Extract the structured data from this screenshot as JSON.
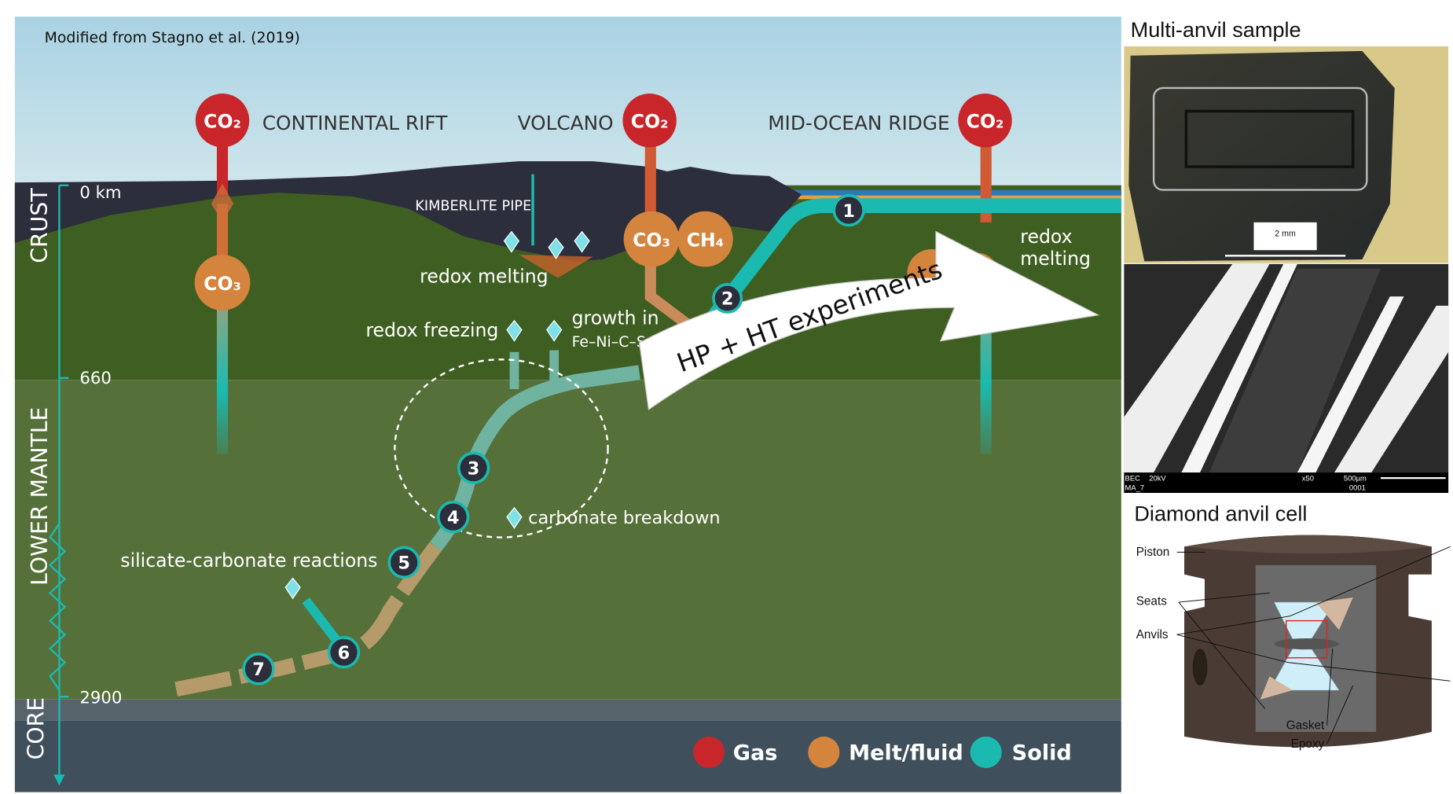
{
  "credit": "Modified from Stagno et al.  (2019)",
  "settings": {
    "rift": "CONTINENTAL RIFT",
    "volcano": "VOLCANO",
    "ridge": "MID-OCEAN RIDGE",
    "kimberlite": "KIMBERLITE PIPE"
  },
  "species": {
    "co2": "CO₂",
    "co3": "CO₃",
    "ch4": "CH₄"
  },
  "depth": {
    "d0": "0 km",
    "d660": "660",
    "d2900": "2900"
  },
  "layers": {
    "crust": "CRUST",
    "lower_mantle": "LOWER  MANTLE",
    "core": "CORE"
  },
  "processes": {
    "redox_melting": "redox melting",
    "redox_melting_right_1": "redox",
    "redox_melting_right_2": "melting",
    "redox_freezing": "redox freezing",
    "growth_1": "growth in",
    "growth_2": "Fe–Ni–C–S",
    "carbonate_breakdown": "carbonate breakdown",
    "silicate_carbonate": "silicate-carbonate reactions"
  },
  "steps": [
    "1",
    "2",
    "3",
    "4",
    "5",
    "6",
    "7"
  ],
  "arrow_label": "HP + HT experiments",
  "legend": [
    {
      "label": "Gas",
      "color": "#c8262b"
    },
    {
      "label": "Melt/fluid",
      "color": "#d4843c"
    },
    {
      "label": "Solid",
      "color": "#1bbab0"
    }
  ],
  "multi_anvil": {
    "title": "Multi-anvil sample",
    "scale": "2 mm",
    "sem_mode": "BEC",
    "sem_kv": "20kV",
    "sem_mag": "x50",
    "sem_scale": "500µm",
    "sem_sample": "MA_7",
    "sem_id": "0001"
  },
  "dac": {
    "title": "Diamond anvil cell",
    "labels": [
      "Piston",
      "Seats",
      "Anvils",
      "Gasket",
      "Epoxy"
    ]
  },
  "colors": {
    "gas": "#c8262b",
    "melt": "#d4843c",
    "solid": "#1bbab0"
  }
}
